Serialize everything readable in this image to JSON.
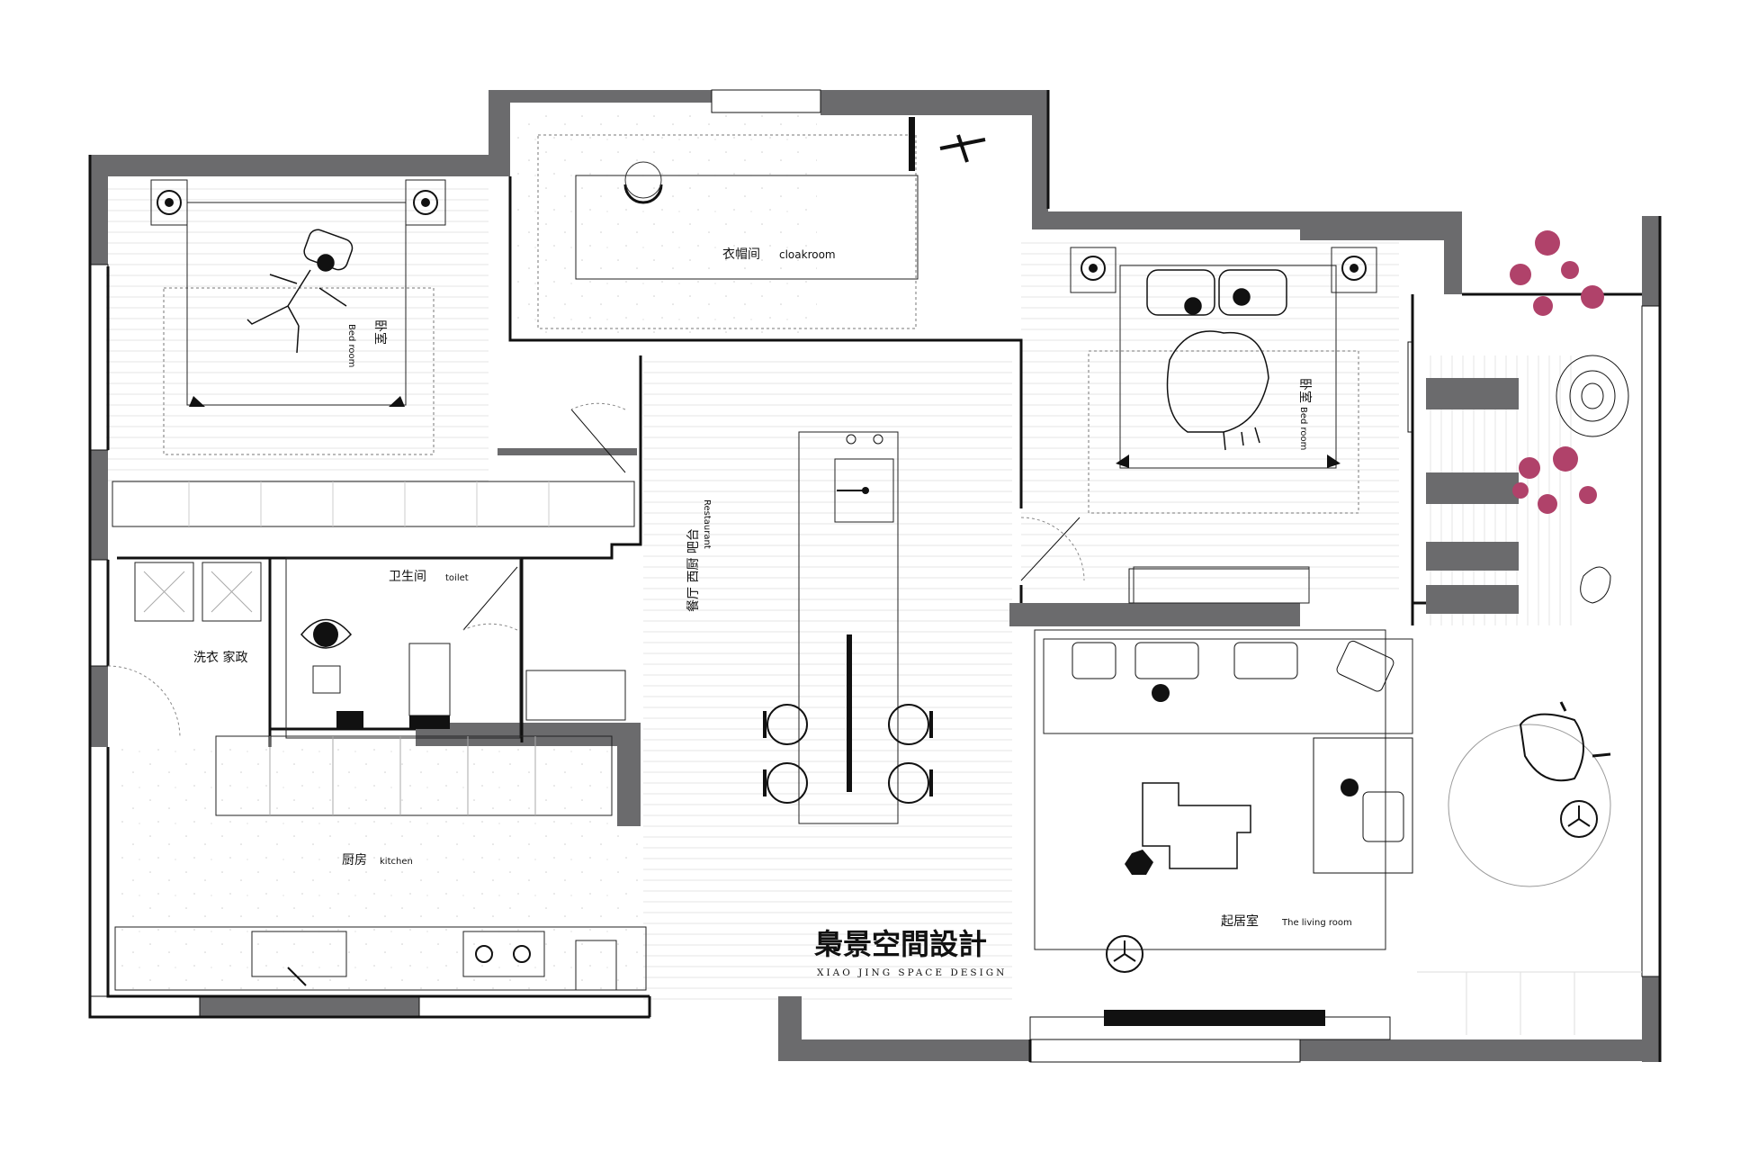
{
  "brand": {
    "name_zh": "梟景空間設計",
    "name_en": "XIAO JING SPACE DESIGN"
  },
  "rooms": {
    "bedroom_left": {
      "zh": "卧室",
      "en": "Bed room"
    },
    "cloakroom": {
      "zh": "衣帽间",
      "en": "cloakroom"
    },
    "bedroom_right": {
      "zh": "卧室",
      "en": "Bed room"
    },
    "restaurant": {
      "zh": "餐厅 西厨 吧台",
      "en": "Restaurant"
    },
    "toilet": {
      "zh": "卫生间",
      "en": "toilet"
    },
    "laundry": {
      "zh": "洗衣 家政"
    },
    "kitchen": {
      "zh": "厨房",
      "en": "kitchen"
    },
    "living": {
      "zh": "起居室",
      "en": "The living room"
    }
  },
  "colors": {
    "wall": "#6b6b6d",
    "accent_plant": "#b0426a",
    "line": "#111111"
  }
}
